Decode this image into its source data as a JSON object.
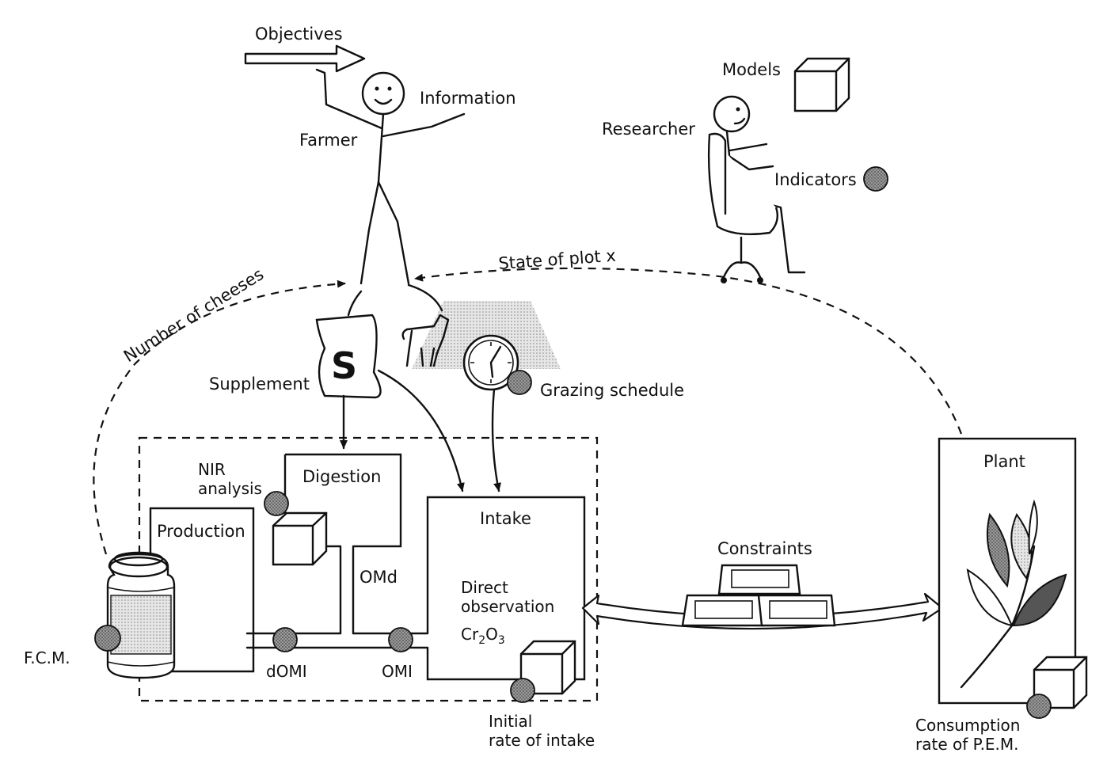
{
  "labels": {
    "objectives": "Objectives",
    "information": "Information",
    "farmer": "Farmer",
    "models": "Models",
    "researcher": "Researcher",
    "indicators": "Indicators",
    "state_of_plot": "State of plot x",
    "number_of_cheeses": "Number of cheeses",
    "supplement": "Supplement",
    "supplement_letter": "S",
    "grazing_schedule": "Grazing schedule",
    "nir_line1": "NIR",
    "nir_line2": "analysis",
    "digestion": "Digestion",
    "production": "Production",
    "intake": "Intake",
    "omd": "OMd",
    "direct_line1": "Direct",
    "direct_line2": "observation",
    "cr2o3": "Cr",
    "cr2o3_sub1": "2",
    "cr2o3_mid": "O",
    "cr2o3_sub2": "3",
    "domi": "dOMI",
    "omi": "OMI",
    "fcm": "F.C.M.",
    "initial_line1": "Initial",
    "initial_line2": "rate of intake",
    "constraints": "Constraints",
    "plant": "Plant",
    "consumption_line1": "Consumption",
    "consumption_line2": "rate of P.E.M."
  },
  "colors": {
    "ink": "#111111",
    "indicator_fill": "#8a8a8a",
    "shaded_area": "#cfcfcf"
  }
}
